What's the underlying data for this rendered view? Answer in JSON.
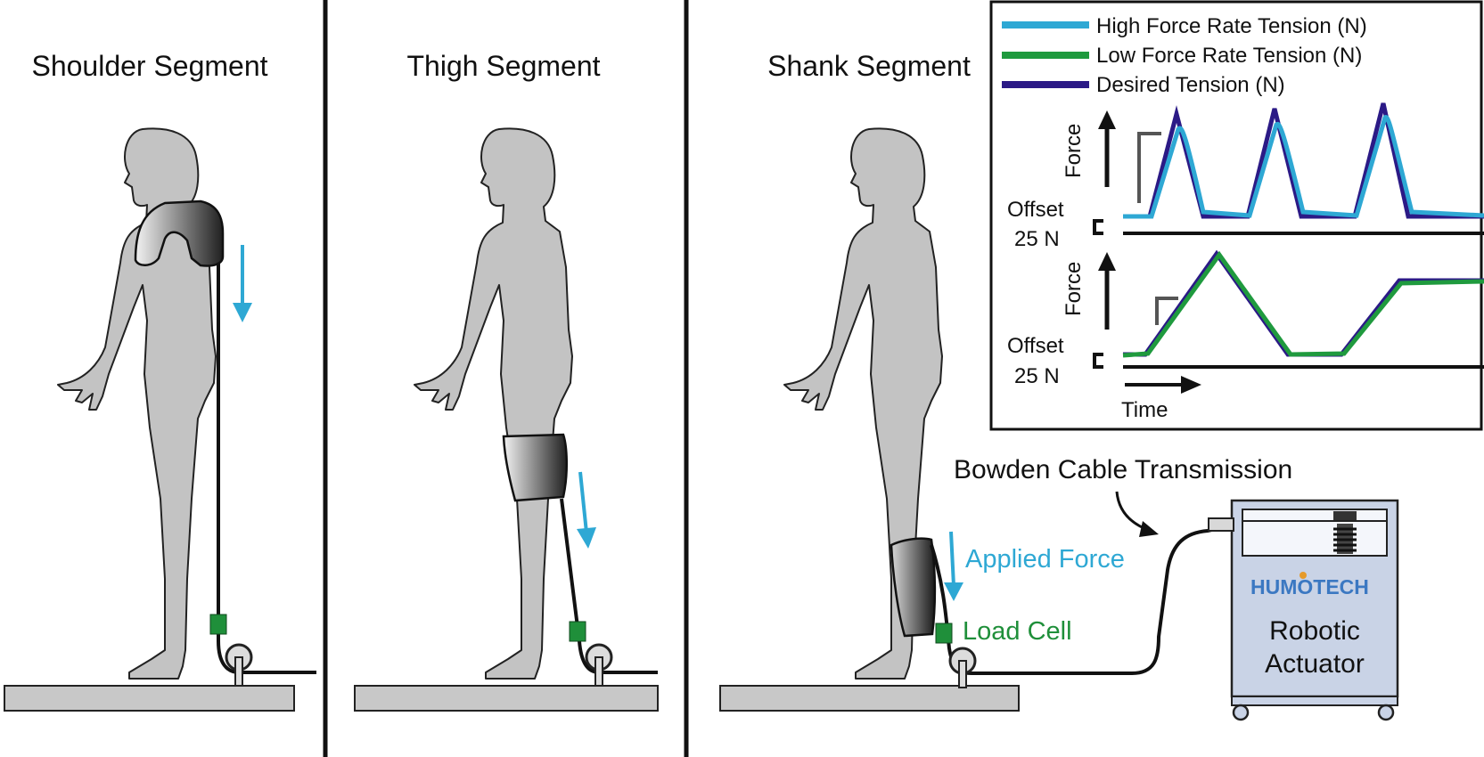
{
  "panels": [
    {
      "title": "Shoulder Segment"
    },
    {
      "title": "Thigh Segment"
    },
    {
      "title": "Shank Segment"
    }
  ],
  "inset": {
    "legend": [
      {
        "label": "High Force Rate Tension (N)",
        "color": "#2ea8d4"
      },
      {
        "label": "Low Force Rate Tension (N)",
        "color": "#1f9a3e"
      },
      {
        "label": "Desired Tension (N)",
        "color": "#2b1a86"
      }
    ],
    "top_plot": {
      "ylabel": "Force",
      "offset_line1": "Offset",
      "offset_line2": "25 N"
    },
    "bottom_plot": {
      "ylabel": "Force",
      "offset_line1": "Offset",
      "offset_line2": "25 N",
      "xlabel": "Time"
    }
  },
  "annotations": {
    "bowden": "Bowden Cable Transmission",
    "applied_force": "Applied Force",
    "load_cell": "Load Cell"
  },
  "actuator": {
    "brand_part1": "HUMO",
    "brand_part2": "TECH",
    "label_line1": "Robotic",
    "label_line2": "Actuator"
  },
  "colors": {
    "applied_force": "#2ea8d4",
    "load_cell": "#1f8f3a",
    "actuator_body": "#c9d3e6",
    "humotech_blue": "#3b78c2",
    "humotech_orange": "#e69a2a"
  }
}
